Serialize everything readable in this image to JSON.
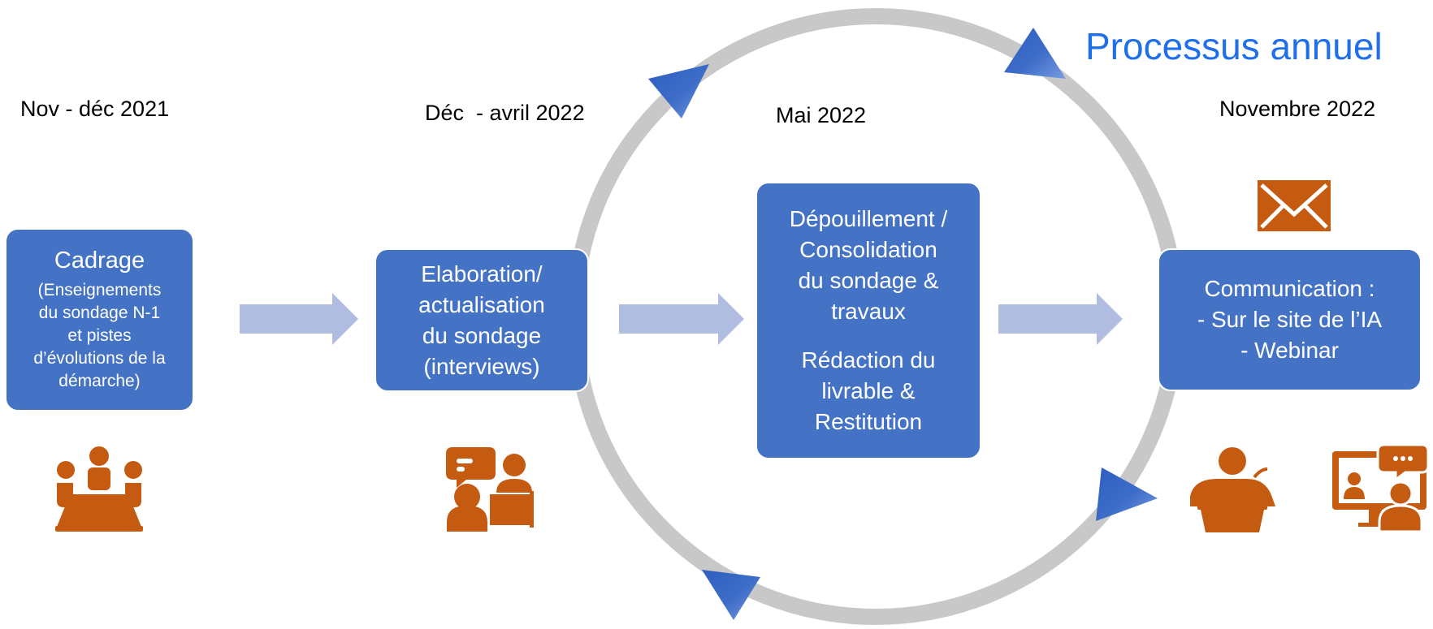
{
  "title": "Processus annuel",
  "periods": [
    "Nov - déc 2021",
    "Déc  - avril 2022",
    "Mai 2022",
    "Novembre 2022"
  ],
  "boxes": {
    "cadrage": {
      "title": "Cadrage",
      "detail": [
        "(Enseignements",
        "du sondage N-1",
        "et pistes",
        "d’évolutions de la",
        "démarche)"
      ]
    },
    "elaboration": [
      "Elaboration/",
      "actualisation",
      "du sondage",
      "(interviews)"
    ],
    "depouillement": {
      "block1": [
        "Dépouillement /",
        "Consolidation",
        "du sondage &",
        "travaux"
      ],
      "block2": [
        "Rédaction du",
        "livrable &",
        "Restitution"
      ]
    },
    "communication": [
      "Communication :",
      "- Sur le site de l’IA",
      "- Webinar"
    ]
  },
  "icons": [
    "meeting-table-icon",
    "interview-icon",
    "envelope-icon",
    "speaker-podium-icon",
    "video-conference-icon"
  ],
  "colors": {
    "box": "#4472c4",
    "cycle_ring": "#c8c8c8",
    "cycle_arrowheads": "#3d6dc8",
    "flow_arrows": "#b0bde0",
    "icons": "#c55a11",
    "title": "#1f6fe8"
  }
}
